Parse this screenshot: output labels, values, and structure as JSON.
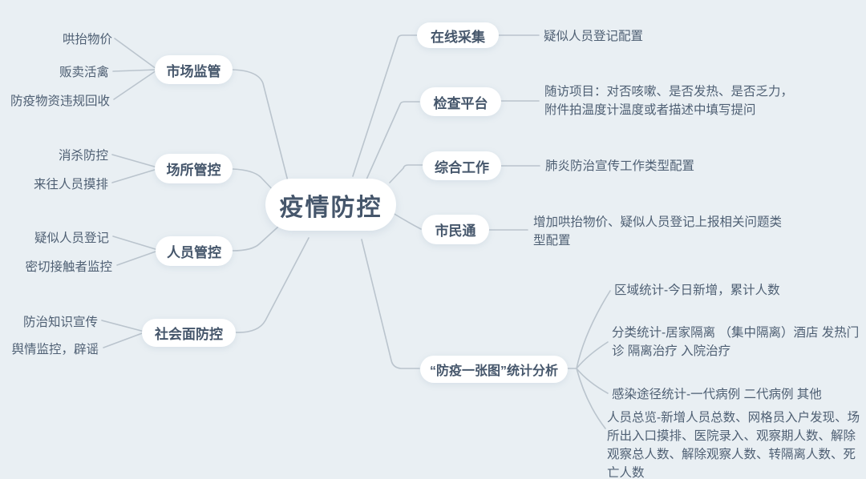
{
  "root": {
    "label": "疫情防控"
  },
  "left_branches": [
    {
      "label": "市场监管",
      "children": [
        "哄抬物价",
        "贩卖活禽",
        "防疫物资违规回收"
      ]
    },
    {
      "label": "场所管控",
      "children": [
        "消杀防控",
        "来往人员摸排"
      ]
    },
    {
      "label": "人员管控",
      "children": [
        "疑似人员登记",
        "密切接触者监控"
      ]
    },
    {
      "label": "社会面防控",
      "children": [
        "防治知识宣传",
        "舆情监控，辟谣"
      ]
    }
  ],
  "right_branches": [
    {
      "label": "在线采集",
      "children": [
        "疑似人员登记配置"
      ]
    },
    {
      "label": "检查平台",
      "children": [
        "随访项目：对否咳嗽、是否发热、是否乏力，附件拍温度计温度或者描述中填写提问"
      ]
    },
    {
      "label": "综合工作",
      "children": [
        "肺炎防治宣传工作类型配置"
      ]
    },
    {
      "label": "市民通",
      "children": [
        "增加哄抬物价、疑似人员登记上报相关问题类型配置"
      ]
    },
    {
      "label": "“防疫一张图”统计分析",
      "children": [
        "区域统计-今日新增，累计人数",
        "分类统计-居家隔离 （集中隔离）酒店 发热门诊 隔离治疗 入院治疗",
        "感染途径统计-一代病例 二代病例 其他",
        "人员总览-新增人员总数、网格员入户发现、场所出入口摸排、医院录入、观察期人数、解除观察总人数、解除观察人数、转隔离人数、死亡人数"
      ]
    }
  ],
  "colors": {
    "background": "#e9eff3",
    "node_fill": "#ffffff",
    "text": "#4a5b6f",
    "connector": "#bac4cd"
  }
}
